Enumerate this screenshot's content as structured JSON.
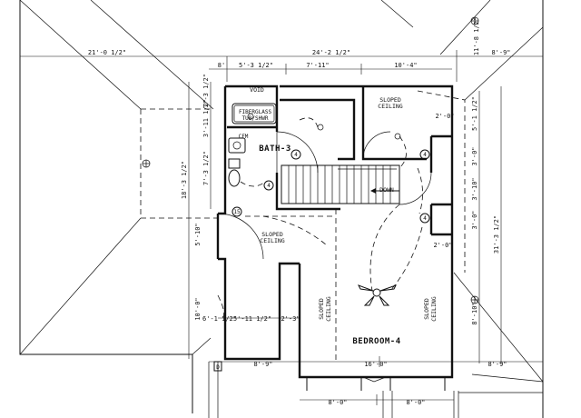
{
  "rooms": {
    "bath": "BATH-3",
    "bedroom": "BEDROOM-4"
  },
  "labels": {
    "void": "VOID",
    "tub_line1": "FIBERGLASS",
    "tub_line2": "TUB/SHWR",
    "cfm": "CFM",
    "down": "DOWN",
    "sloped": "SLOPED",
    "ceiling": "CEILING"
  },
  "tags": {
    "four": "4",
    "fifteen": "15",
    "d": "D"
  },
  "dims": {
    "top_left": "21'-0 1/2\"",
    "top_mid": "24'-2 1/2\"",
    "top_right": "8'-9\"",
    "top_right_vert": "11'-8 1/2\"",
    "row2_a": "8'",
    "row2_b": "5'-3 1/2\"",
    "row2_c": "7'-11\"",
    "row2_d": "10'-4\"",
    "l_a": "1'-3 1/2\"",
    "l_b": "3'-11 1/2\"",
    "l_c": "7'-3 1/2\"",
    "l_d": "18'-3 1/2\"",
    "l_e": "5'-10\"",
    "l_f": "10'-0\"",
    "r_a": "2'-0\"",
    "r_b": "5'-1 1/2\"",
    "r_c": "3'-0\"",
    "r_d": "3'-10\"",
    "r_e": "3'-0\"",
    "r_f": "2'-0\"",
    "r_g": "31'-3 1/2\"",
    "r_h": "8'-10\"",
    "b_a": "6'-1 1/2\"",
    "b_b": "5'-11 1/2\"",
    "b_c": "2'-3\"",
    "b_d": "8'-9\"",
    "b_e": "16'-0\"",
    "b_f": "8'-9\"",
    "bot_a": "8'-0\"",
    "bot_b": "8'-0\""
  }
}
